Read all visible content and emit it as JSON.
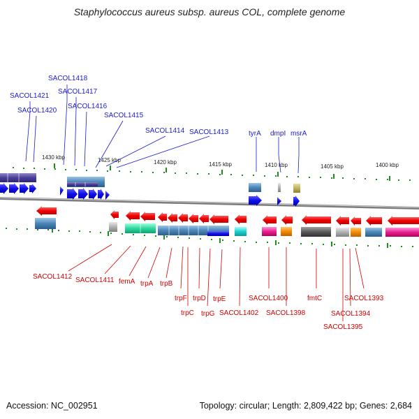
{
  "title": "Staphylococcus aureus subsp. aureus COL, complete genome",
  "footer": {
    "accession": "Accession: NC_002951",
    "stats": "Topology: circular; Length: 2,809,422 bp; Genes: 2,684"
  },
  "scale": [
    "1430 kbp",
    "1425 kbp",
    "1420 kbp",
    "1415 kbp",
    "1410 kbp",
    "1405 kbp",
    "1400 kbp"
  ],
  "top_labels": [
    "SACOL1418",
    "SACOL1417",
    "SACOL1421",
    "SACOL1416",
    "SACOL1420",
    "SACOL1415",
    "SACOL1414",
    "SACOL1413",
    "tyrA",
    "dmpI",
    "msrA"
  ],
  "bottom_labels": [
    "SACOL1412",
    "SACOL1411",
    "femA",
    "trpA",
    "trpB",
    "trpF",
    "trpC",
    "trpD",
    "trpG",
    "trpE",
    "SACOL1402",
    "SACOL1400",
    "SACOL1398",
    "fmtC",
    "SACOL1393",
    "SACOL1394",
    "SACOL1395"
  ],
  "colors": {
    "top_label": "#1a1ad4",
    "bottom_label": "#d40000",
    "forward_strand": "#1010e0",
    "reverse_strand": "#e80000",
    "backbone": "#888888",
    "tick": "#1e8c1e"
  }
}
